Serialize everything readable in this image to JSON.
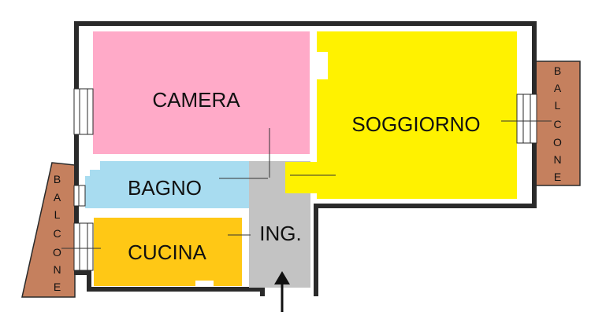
{
  "rooms": {
    "camera": {
      "label": "CAMERA",
      "color": "#ffaac8"
    },
    "soggiorno": {
      "label": "SOGGIORNO",
      "color": "#fff200"
    },
    "bagno": {
      "label": "BAGNO",
      "color": "#a8dcf0"
    },
    "cucina": {
      "label": "CUCINA",
      "color": "#ffc815"
    },
    "ingresso": {
      "label": "ING.",
      "color": "#c3c3c3"
    }
  },
  "balconies": {
    "left": {
      "letters": [
        "B",
        "A",
        "L",
        "C",
        "O",
        "N",
        "E"
      ],
      "color": "#c5805e"
    },
    "right": {
      "letters": [
        "B",
        "A",
        "L",
        "C",
        "O",
        "N",
        "E"
      ],
      "color": "#c5805e"
    }
  },
  "walls": {
    "color": "#2a2a2a"
  },
  "entrance": {
    "icon": "entrance-arrow-icon"
  }
}
